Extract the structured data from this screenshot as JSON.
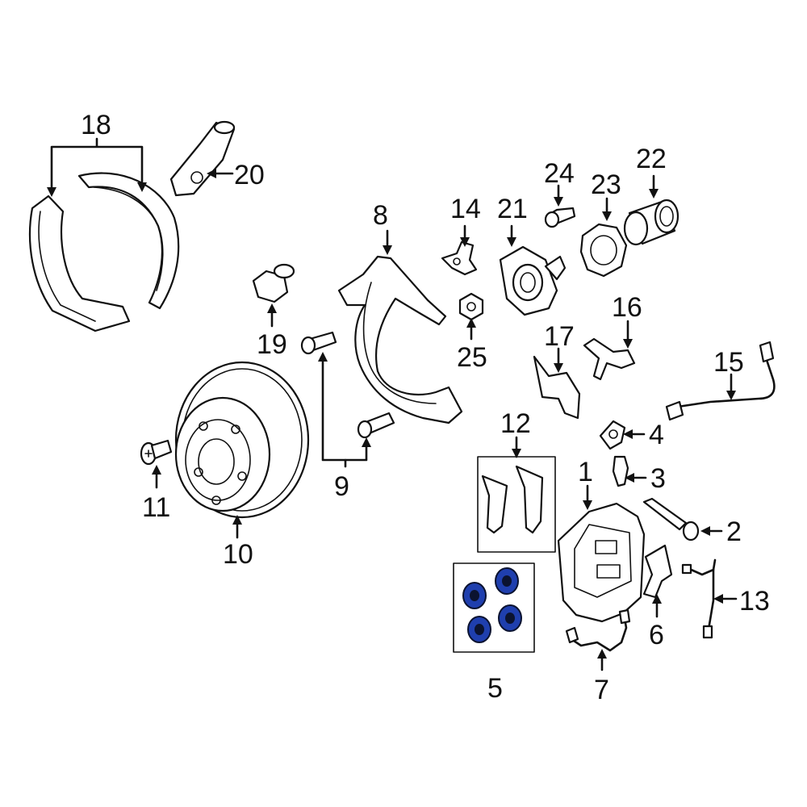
{
  "callouts": {
    "c1": "1",
    "c2": "2",
    "c3": "3",
    "c4": "4",
    "c5": "5",
    "c6": "6",
    "c7": "7",
    "c8": "8",
    "c9": "9",
    "c10": "10",
    "c11": "11",
    "c12": "12",
    "c13": "13",
    "c14": "14",
    "c15": "15",
    "c16": "16",
    "c17": "17",
    "c18": "18",
    "c19": "19",
    "c20": "20",
    "c21": "21",
    "c22": "22",
    "c23": "23",
    "c24": "24",
    "c25": "25"
  },
  "colors": {
    "line": "#111111",
    "background": "#ffffff",
    "highlight": "#1f3fae"
  },
  "highlighted_part": "5"
}
